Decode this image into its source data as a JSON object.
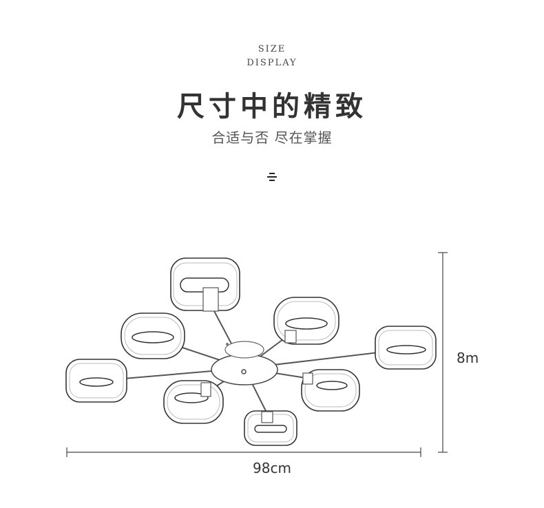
{
  "header": {
    "en_line1": "SIZE",
    "en_line2": "DISPLAY",
    "title": "尺寸中的精致",
    "subtitle": "合适与否  尽在掌握"
  },
  "dimensions": {
    "width_label": "98cm",
    "height_label": "8m"
  }
}
